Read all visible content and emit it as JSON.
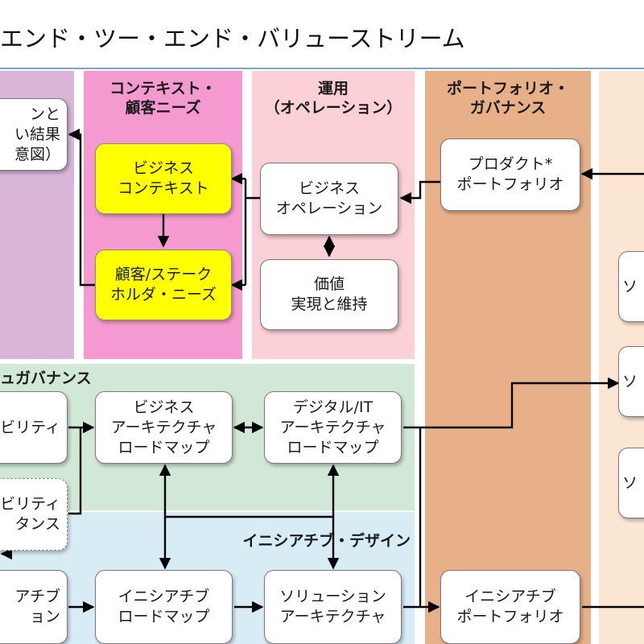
{
  "title": "エンド・ツー・エンド・バリューストリーム",
  "colors": {
    "purple_region": "#d9b6d9",
    "pink_region": "#f59ad0",
    "light_pink_region": "#fbd0d7",
    "orange_region": "#e8b088",
    "peach_region": "#fbe6d4",
    "green_region": "#d2e8d6",
    "blue_region": "#d8ecf6",
    "yellow_box": "#ffff00",
    "title_rule": "#7fa6c8"
  },
  "regions": {
    "context": "コンテキスト・\n顧客ニーズ",
    "operations": "運用\n（オペレーション）",
    "portfolio": "ポートフォリオ・\nガバナンス",
    "governance": "ュガバナンス",
    "initiative": "イニシアチブ・デザイン"
  },
  "boxes": {
    "outcomes": "ンと\nい結果\n意図）",
    "business_context": "ビジネス\nコンテキスト",
    "customer_needs": "顧客/ステーク\nホルダ・ニーズ",
    "business_operations": "ビジネス\nオペレーション",
    "value_realization": "価値\n実現と維持",
    "product_portfolio": "プロダクト*\nポートフォリオ",
    "capability": "ビリティ",
    "capability_maturity": "ビリティ\nタンス",
    "business_arch_roadmap": "ビジネス\nアーキテクチャ\nロードマップ",
    "digital_it_arch_roadmap": "デジタル/IT\nアーキテクチャ\nロードマップ",
    "initiative_left": "アチブ\nョン",
    "initiative_roadmap": "イニシアチブ\nロードマップ",
    "solution_architecture": "ソリューション\nアーキテクチャ",
    "initiative_portfolio": "イニシアチブ\nポートフォリオ",
    "right_box_1": "ソ",
    "right_box_2": "ソ",
    "right_box_3": "ソ"
  }
}
